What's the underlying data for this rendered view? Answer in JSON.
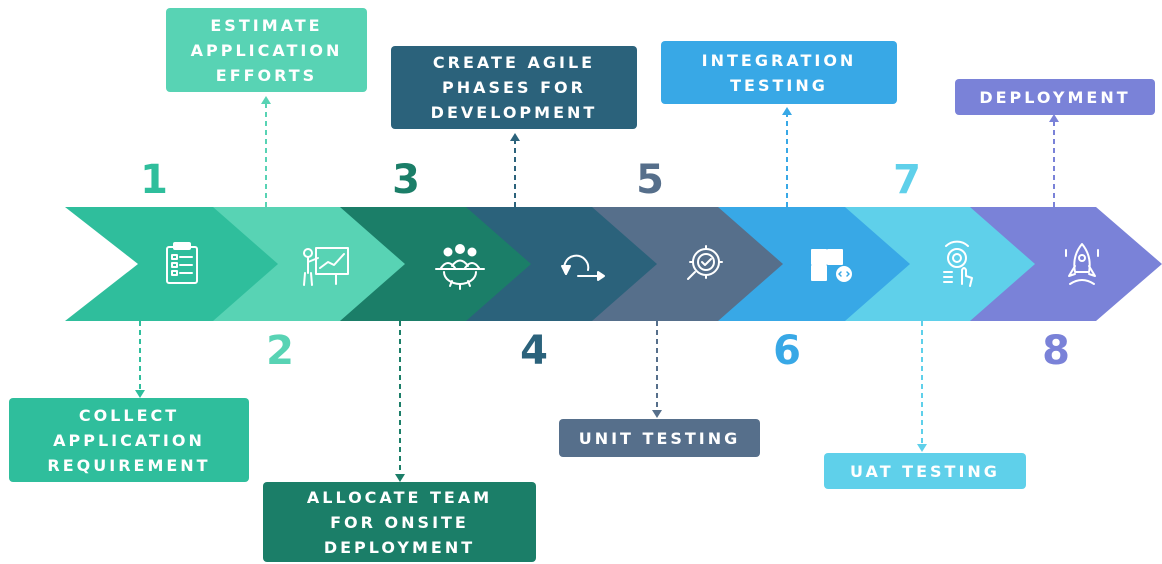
{
  "colors": {
    "step1": "#2fbe9c",
    "step2": "#58d3b4",
    "step3": "#1b7e68",
    "step4": "#2b627b",
    "step5": "#566f8b",
    "step6": "#38a8e6",
    "step7": "#5fd0ea",
    "step8": "#7a82d8"
  },
  "steps": [
    {
      "number": "1",
      "label": "COLLECT\nAPPLICATION\nREQUIREMENT",
      "icon": "clipboard-checklist-icon"
    },
    {
      "number": "2",
      "label": "ESTIMATE\nAPPLICATION\nEFFORTS",
      "icon": "presentation-chart-icon"
    },
    {
      "number": "3",
      "label": "ALLOCATE TEAM\nFOR ONSITE\nDEPLOYMENT",
      "icon": "team-gear-icon"
    },
    {
      "number": "4",
      "label": "CREATE AGILE\nPHASES FOR\nDEVELOPMENT",
      "icon": "agile-cycle-icon"
    },
    {
      "number": "5",
      "label": "UNIT TESTING",
      "icon": "gear-check-search-icon"
    },
    {
      "number": "6",
      "label": "INTEGRATION\nTESTING",
      "icon": "puzzle-code-icon"
    },
    {
      "number": "7",
      "label": "UAT TESTING",
      "icon": "gear-touch-icon"
    },
    {
      "number": "8",
      "label": "DEPLOYMENT",
      "icon": "rocket-icon"
    }
  ]
}
